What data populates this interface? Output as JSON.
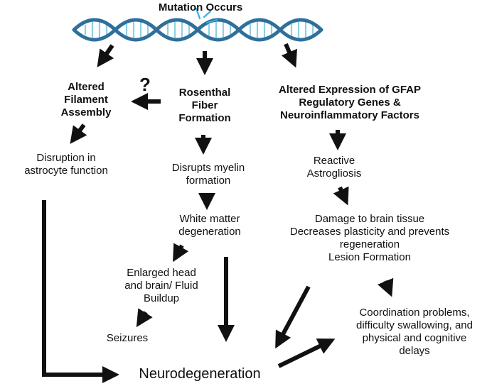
{
  "diagram": {
    "title": "Mutation Occurs",
    "unknown_marker": "?",
    "nodes": {
      "altered_filament": [
        "Altered",
        "Filament",
        "Assembly"
      ],
      "rosenthal": [
        "Rosenthal",
        "Fiber",
        "Formation"
      ],
      "gfap": [
        "Altered Expression of GFAP",
        "Regulatory Genes &",
        "Neuroinflammatory Factors"
      ],
      "astrocyte_disruption": [
        "Disruption in",
        "astrocyte function"
      ],
      "myelin": [
        "Disrupts myelin",
        "formation"
      ],
      "astrogliosis": [
        "Reactive",
        "Astrogliosis"
      ],
      "white_matter": [
        "White matter",
        "degeneration"
      ],
      "damage": [
        "Damage to brain tissue",
        "Decreases plasticity and prevents",
        "regeneration",
        "Lesion Formation"
      ],
      "enlarged_head": [
        "Enlarged head",
        "and brain/ Fluid",
        "Buildup"
      ],
      "seizures": "Seizures",
      "coordination": [
        "Coordination problems,",
        "difficulty swallowing, and",
        "physical and cognitive",
        "delays"
      ],
      "neurodegeneration": "Neurodegeneration"
    },
    "colors": {
      "dna_strand": "#2f6f9a",
      "dna_rung": "#8ecfe8",
      "spark": "#39aee0",
      "arrow": "#111111"
    }
  }
}
